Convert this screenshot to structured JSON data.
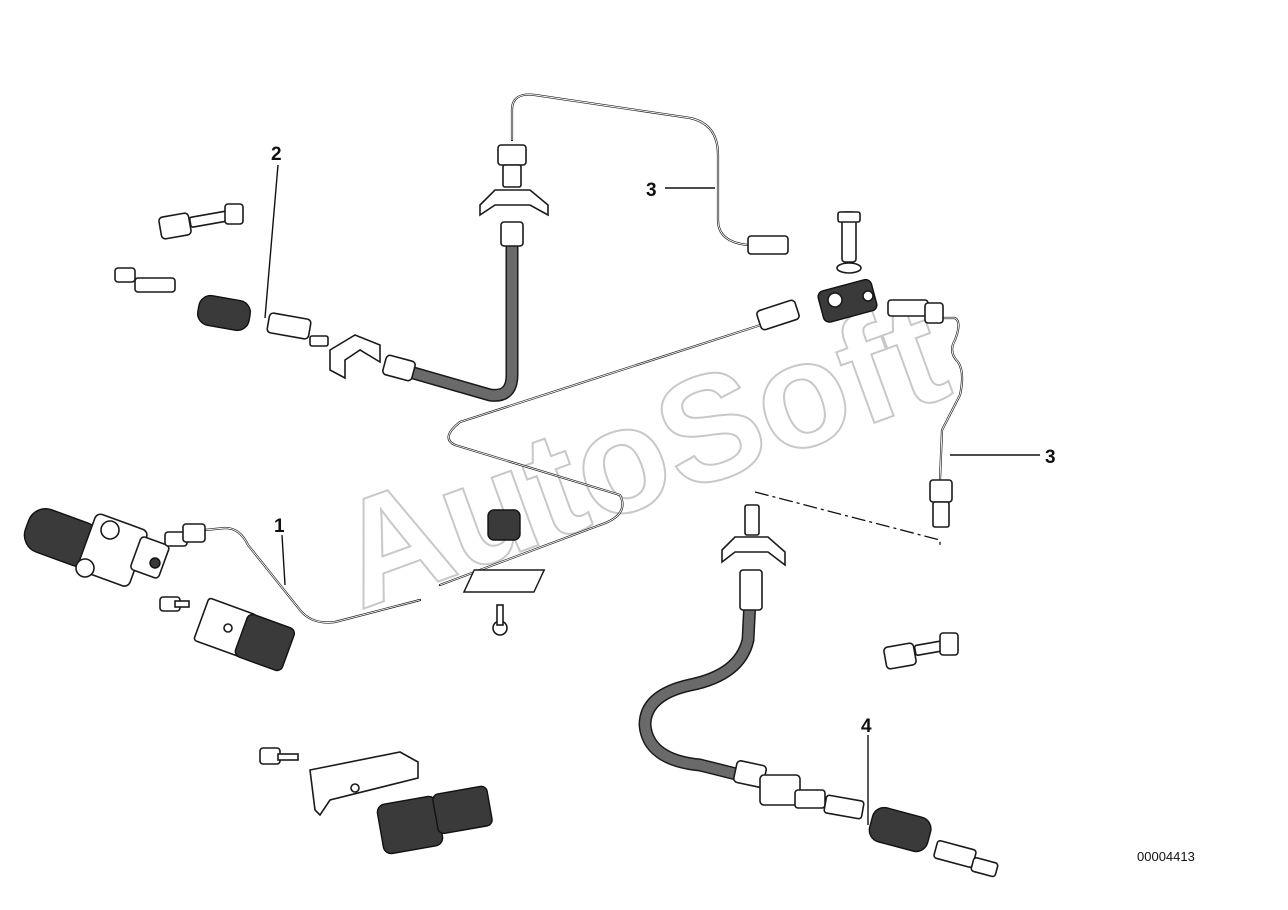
{
  "diagram": {
    "callouts": [
      "1",
      "2",
      "3",
      "3",
      "4"
    ],
    "reference_number": "00004413",
    "watermark": "AutoSoft"
  }
}
